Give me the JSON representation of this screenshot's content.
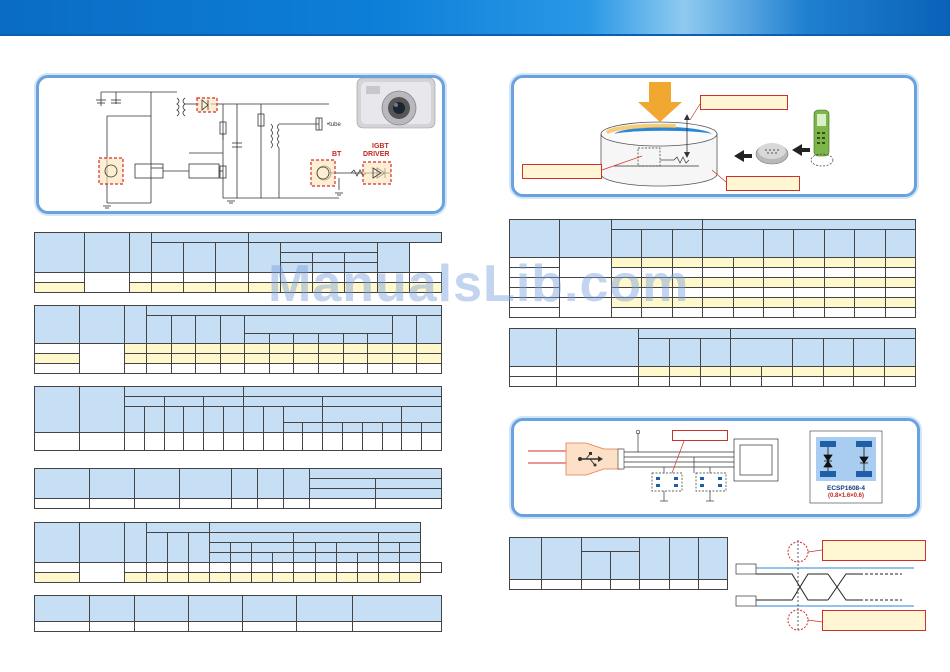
{
  "watermark": "ManualsLib.com",
  "circuit_labels": {
    "bt": "BT",
    "igbt_driver_line1": "IGBT",
    "igbt_driver_line2": "DRIVER",
    "tube": "•tube"
  },
  "esd_chip": {
    "part": "ECSP1608-4",
    "size": "(0.8×1.6×0.6)"
  },
  "colors": {
    "panel_border": "#6aa2df",
    "table_header": "#c7dff5",
    "table_highlight": "#fff8cc",
    "callout_border": "#d0302a",
    "banner": "#0d7fd8"
  },
  "icons": [
    "camera-image",
    "usb-icon",
    "phone-image",
    "speaker-image",
    "arrow-down-icon",
    "arrow-left-icon"
  ]
}
